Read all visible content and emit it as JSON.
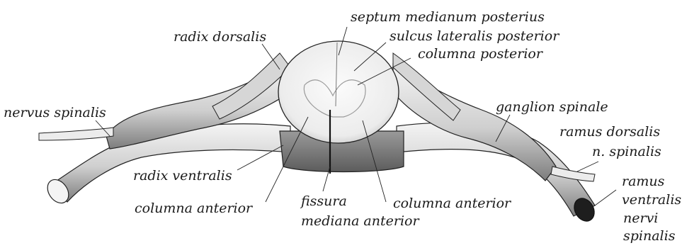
{
  "labels": {
    "septum_medianum_posterius": "septum medianum posterius",
    "sulcus_lateralis_posterior": "sulcus lateralis posterior",
    "columna_posterior": "columna posterior",
    "radix_dorsalis": "radix dorsalis",
    "nervus_spinalis": "nervus spinalis",
    "ganglion_spinale": "ganglion spinale",
    "ramus_dorsalis": "ramus dorsalis",
    "n_spinalis": "n. spinalis",
    "radix_ventralis": "radix ventralis",
    "columna_anterior_left": "columna anterior",
    "fissura": "fissura",
    "mediana_anterior": "mediana anterior",
    "columna_anterior_right": "columna anterior",
    "ramus": "ramus",
    "ventralis": "ventralis",
    "nervi": "nervi",
    "spinalis": "spinalis"
  },
  "colors": {
    "outline": "#222222",
    "shade": "#8a8a8a",
    "light": "#f2f2f2",
    "mid": "#c9c9c9",
    "dark": "#555555"
  }
}
